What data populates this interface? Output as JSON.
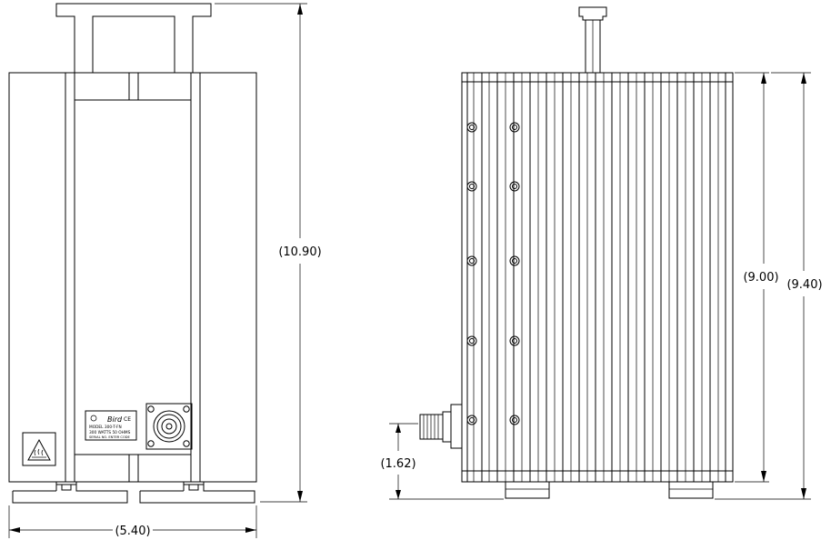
{
  "dimensions": {
    "front_height": "(10.90)",
    "front_width": "(5.40)",
    "side_inner_height": "(9.00)",
    "side_outer_height": "(9.40)",
    "connector_height": "(1.62)"
  },
  "label_plate": {
    "brand": "Bird",
    "ce_mark": "CE",
    "model_line": "MODEL 300-T-FN",
    "rating_line": "300 WATTS  50 OHMS",
    "serial_line": "SERIAL NO.  ENTER  CODE"
  },
  "warning_icon": "hot-surface-icon",
  "colors": {
    "line": "#000000",
    "background": "#ffffff"
  }
}
